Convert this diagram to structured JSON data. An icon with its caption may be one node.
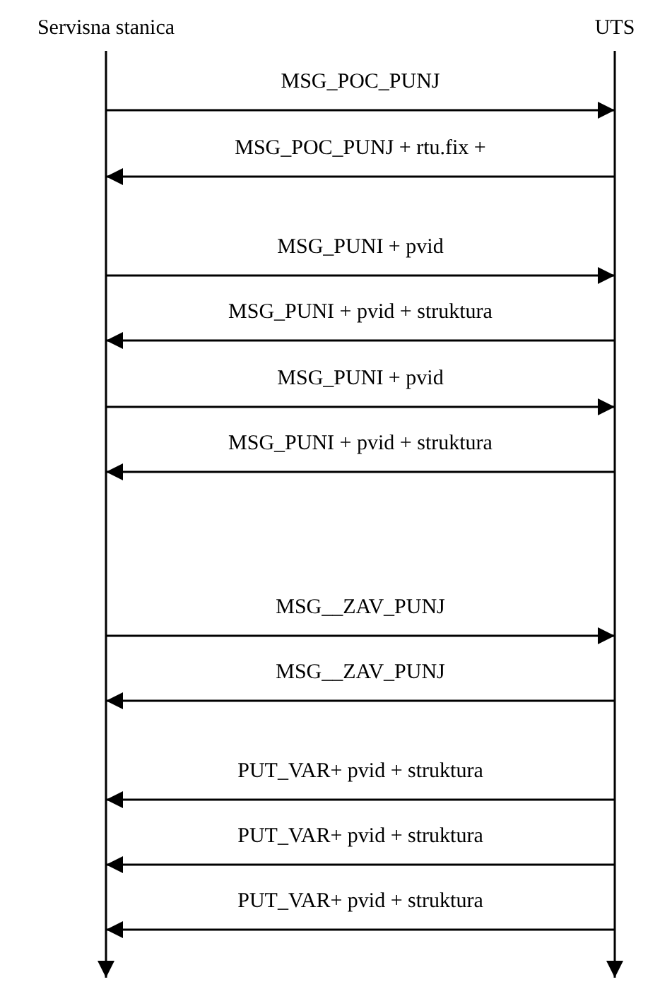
{
  "diagram": {
    "nodes": [
      {
        "text": [
          "Servisna stanica"
        ]
      },
      {
        "text": [
          "UTS"
        ]
      }
    ],
    "edges": [
      {
        "from": 0,
        "to": 1,
        "arrow": "to",
        "label": "MSG_POC_PUNJ"
      },
      {
        "from": 1,
        "to": 0,
        "arrow": "to",
        "label": "MSG_POC_PUNJ  + rtu.fix +"
      },
      {
        "from": 0,
        "to": 1,
        "arrow": "to",
        "label": "MSG_PUNI + pvid"
      },
      {
        "from": 1,
        "to": 0,
        "arrow": "to",
        "label": "MSG_PUNI + pvid + struktura"
      },
      {
        "from": 0,
        "to": 1,
        "arrow": "to",
        "label": "MSG_PUNI + pvid"
      },
      {
        "from": 1,
        "to": 0,
        "arrow": "to",
        "label": "MSG_PUNI + pvid + struktura"
      },
      {
        "from": 0,
        "to": 1,
        "arrow": "to",
        "label": "MSG__ZAV_PUNJ"
      },
      {
        "from": 1,
        "to": 0,
        "arrow": "to",
        "label": "MSG__ZAV_PUNJ"
      },
      {
        "from": 1,
        "to": 0,
        "arrow": "to",
        "label": "PUT_VAR+ pvid + struktura"
      },
      {
        "from": 1,
        "to": 0,
        "arrow": "to",
        "label": "PUT_VAR+ pvid + struktura"
      },
      {
        "from": 1,
        "to": 0,
        "arrow": "to",
        "label": "PUT_VAR+ pvid + struktura"
      }
    ]
  }
}
